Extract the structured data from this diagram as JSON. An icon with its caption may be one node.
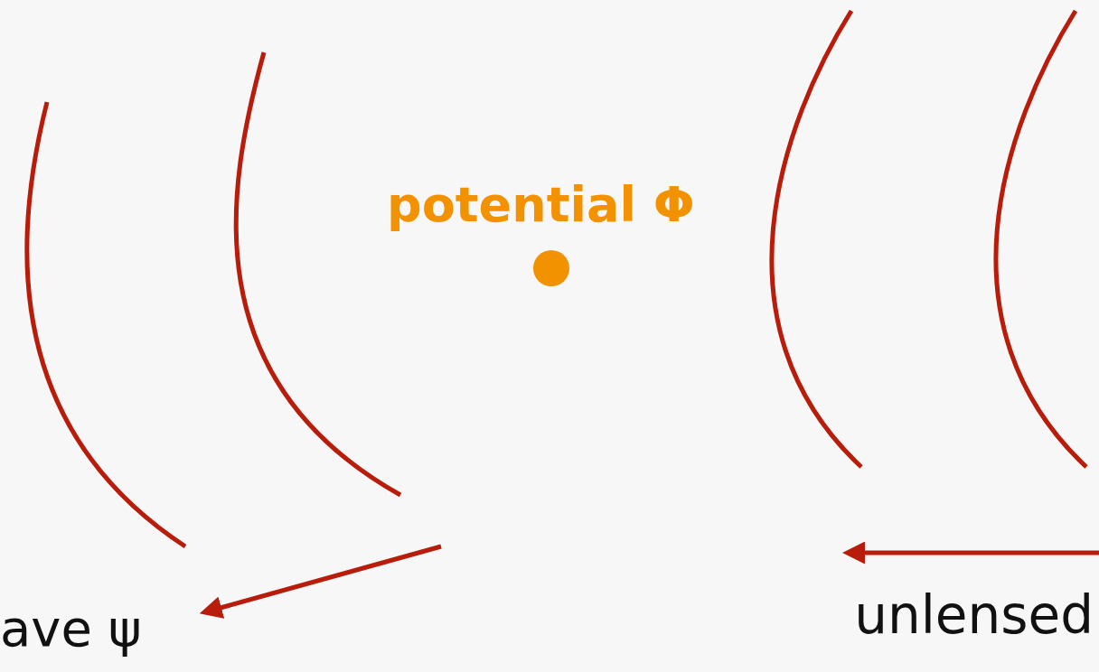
{
  "diagram": {
    "labels": [
      "potential Φ",
      "ave ψ",
      "unlensed"
    ]
  }
}
